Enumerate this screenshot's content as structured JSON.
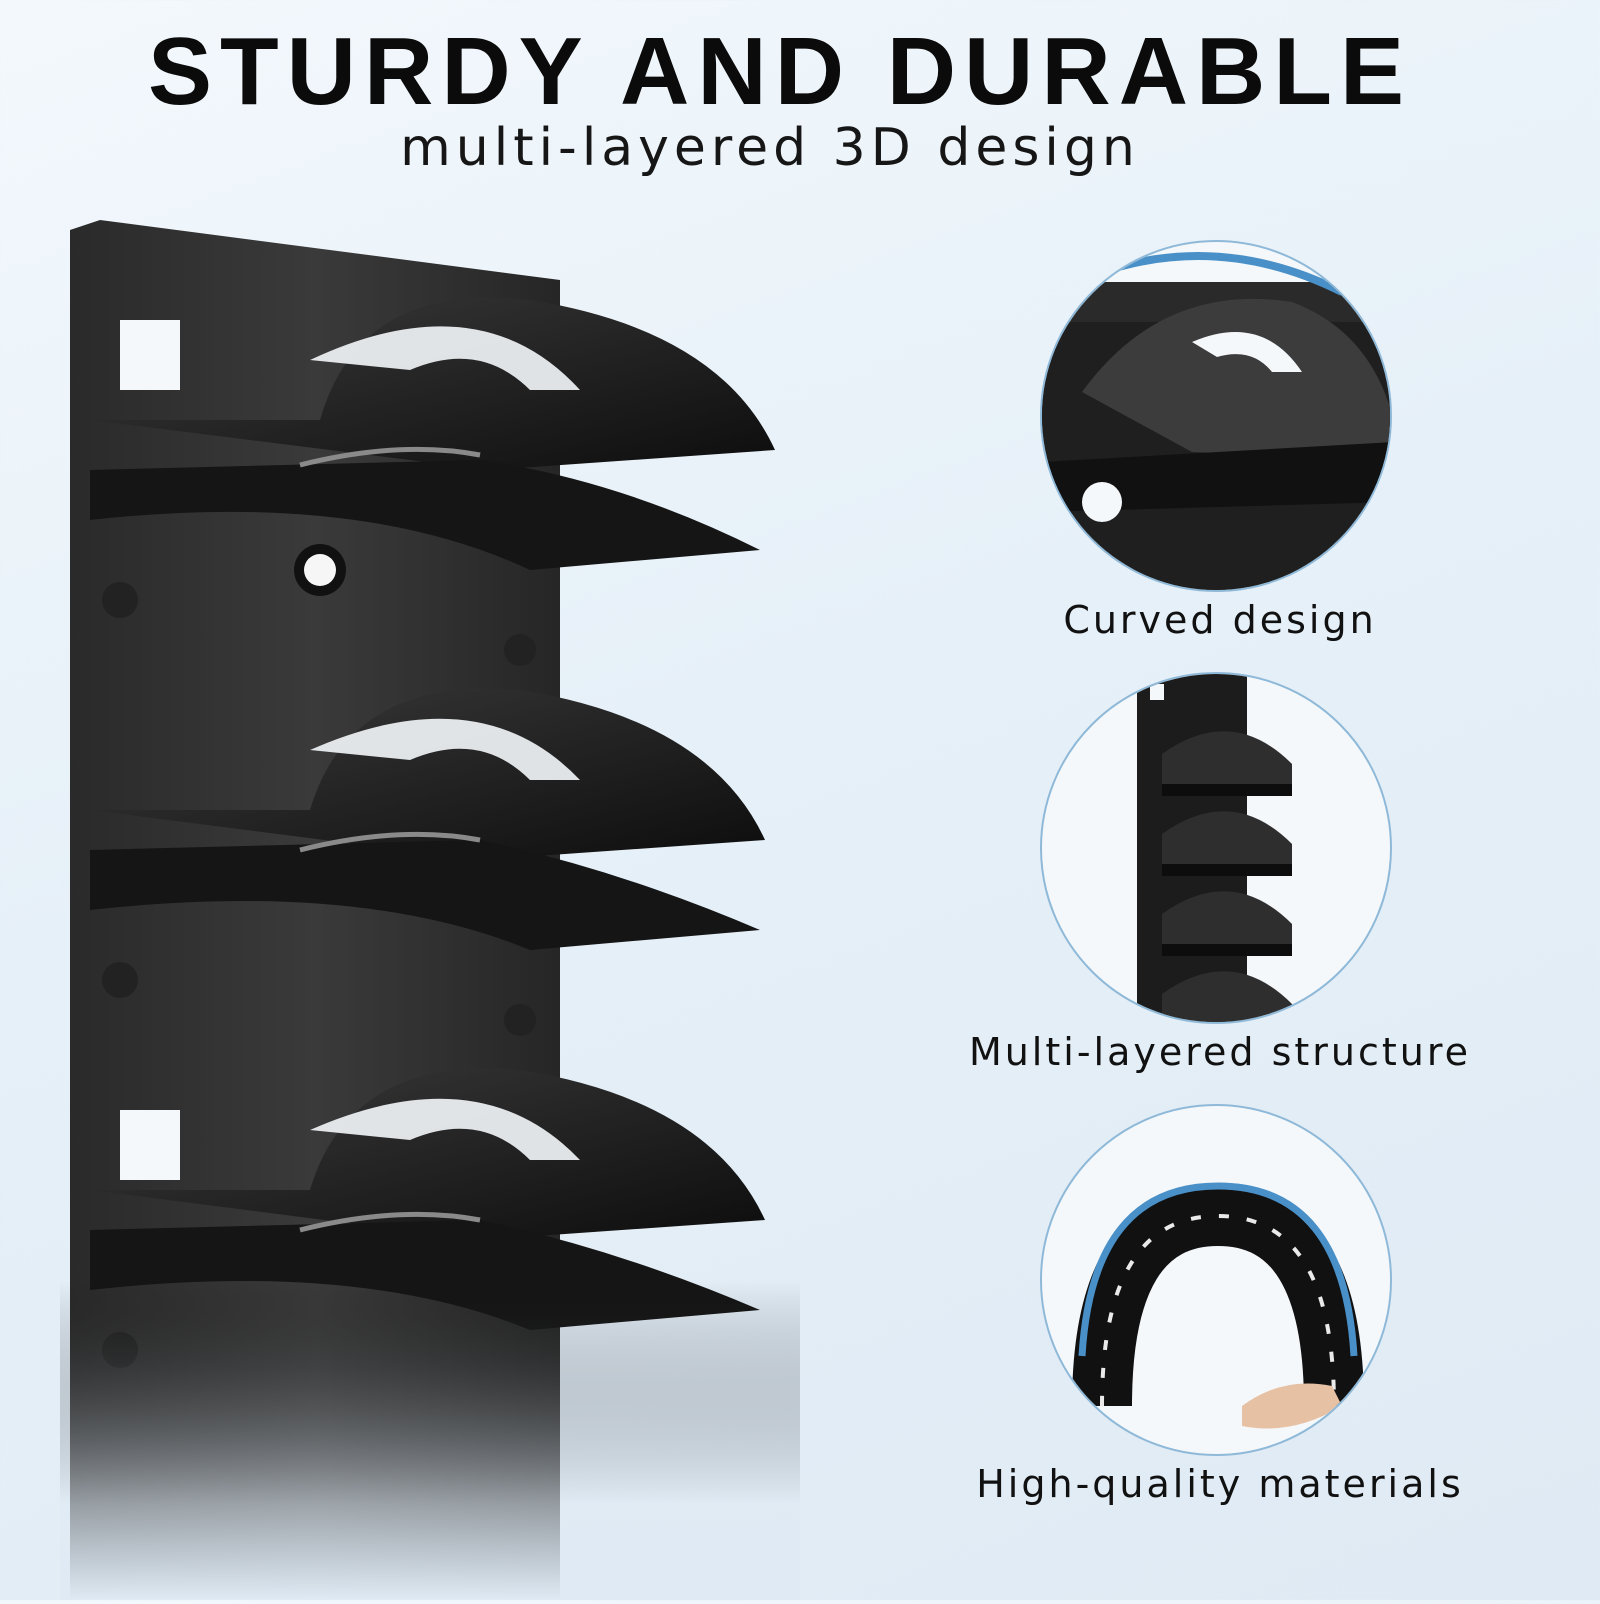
{
  "header": {
    "title": "STURDY AND DURABLE",
    "subtitle": "multi-layered 3D design"
  },
  "features": [
    {
      "label": "Curved design",
      "icon": "curved-shelf-closeup"
    },
    {
      "label": "Multi-layered structure",
      "icon": "tall-rack-preview"
    },
    {
      "label": "High-quality materials",
      "icon": "flexible-arc-rack"
    }
  ],
  "colors": {
    "accent": "#8fb9d8",
    "product": "#1a1a1a",
    "text": "#111111"
  }
}
